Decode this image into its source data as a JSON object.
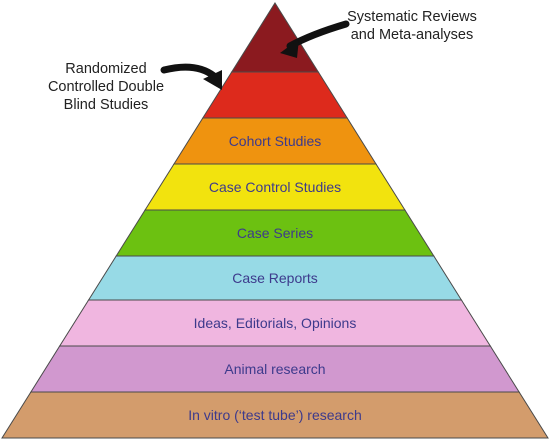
{
  "pyramid": {
    "tiers": [
      {
        "label": "",
        "color": "#8b1a1f"
      },
      {
        "label": "",
        "color": "#dd2a1c"
      },
      {
        "label": "Cohort Studies",
        "color": "#ef930f"
      },
      {
        "label": "Case Control Studies",
        "color": "#f2e30e"
      },
      {
        "label": "Case Series",
        "color": "#6cc111"
      },
      {
        "label": "Case Reports",
        "color": "#97dae6"
      },
      {
        "label": "Ideas, Editorials, Opinions",
        "color": "#f0b6e0"
      },
      {
        "label": "Animal research",
        "color": "#d198cf"
      },
      {
        "label": "In vitro (‘test tube’) research",
        "color": "#d39c6c"
      }
    ]
  },
  "callouts": {
    "top": {
      "line1": "Systematic Reviews",
      "line2": "and Meta-analyses"
    },
    "second": {
      "line1": "Randomized",
      "line2": "Controlled Double",
      "line3": "Blind Studies"
    }
  },
  "colors": {
    "label_text": "#3d3a8c",
    "arrow": "#111111",
    "outline": "#4a4a4a"
  }
}
